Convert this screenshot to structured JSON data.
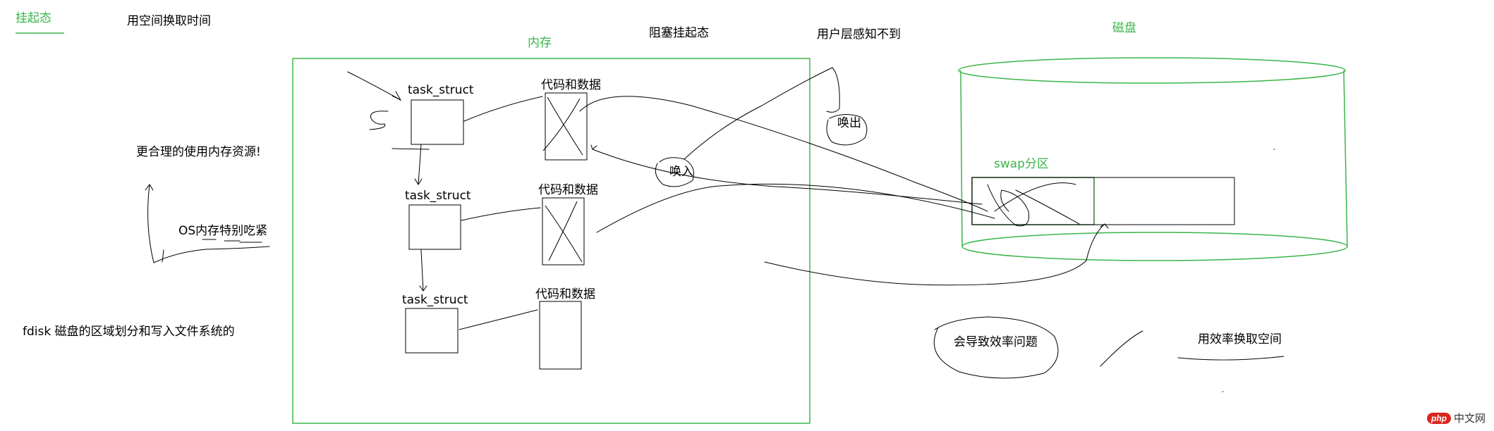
{
  "labels": {
    "suspended_state": "挂起态",
    "trade_space_for_time": "用空间换取时间",
    "memory": "内存",
    "blocked_suspended": "阻塞挂起态",
    "user_unaware": "用户层感知不到",
    "disk": "磁盘",
    "better_memory_use": "更合理的使用内存资源!",
    "os_memory_tight": "OS内存特别吃紧",
    "fdisk_note": "fdisk 磁盘的区域划分和写入文件系统的",
    "task_struct": "task_struct",
    "code_and_data": "代码和数据",
    "swap_in": "唤入",
    "swap_out": "唤出",
    "swap_partition": "swap分区",
    "efficiency_issue": "会导致效率问题",
    "efficiency_for_space": "用效率换取空间"
  },
  "watermark": {
    "badge": "php",
    "text": "中文网"
  },
  "colors": {
    "ink": "#000000",
    "accent": "#3bb54a",
    "watermark": "#d9271d"
  }
}
